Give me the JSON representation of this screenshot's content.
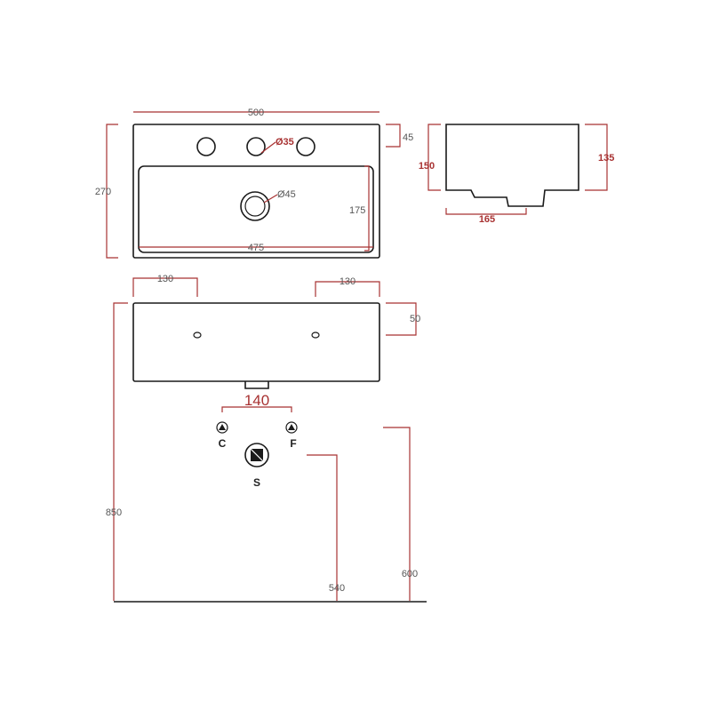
{
  "colors": {
    "outline": "#1a1a1a",
    "dimension": "#a83232",
    "label": "#555555"
  },
  "top_view": {
    "width": "500",
    "depth": "270",
    "tap_offset": "45",
    "tap_hole": "Ø35",
    "drain_hole": "Ø45",
    "bowl_depth": "175",
    "bowl_width": "475"
  },
  "side_view": {
    "total_height": "150",
    "bowl_height": "135",
    "waste_offset": "165"
  },
  "front_view": {
    "left_fixing": "130",
    "right_fixing": "130",
    "fixing_height": "50"
  },
  "installation": {
    "supply_spacing": "140",
    "cold_label": "C",
    "hot_label": "F",
    "waste_label": "S",
    "rim_height": "850",
    "waste_height": "540",
    "supply_height": "600"
  },
  "icons": {
    "cold_supply": "triangle-in-circle",
    "hot_supply": "triangle-in-circle",
    "waste": "square-in-circle"
  }
}
